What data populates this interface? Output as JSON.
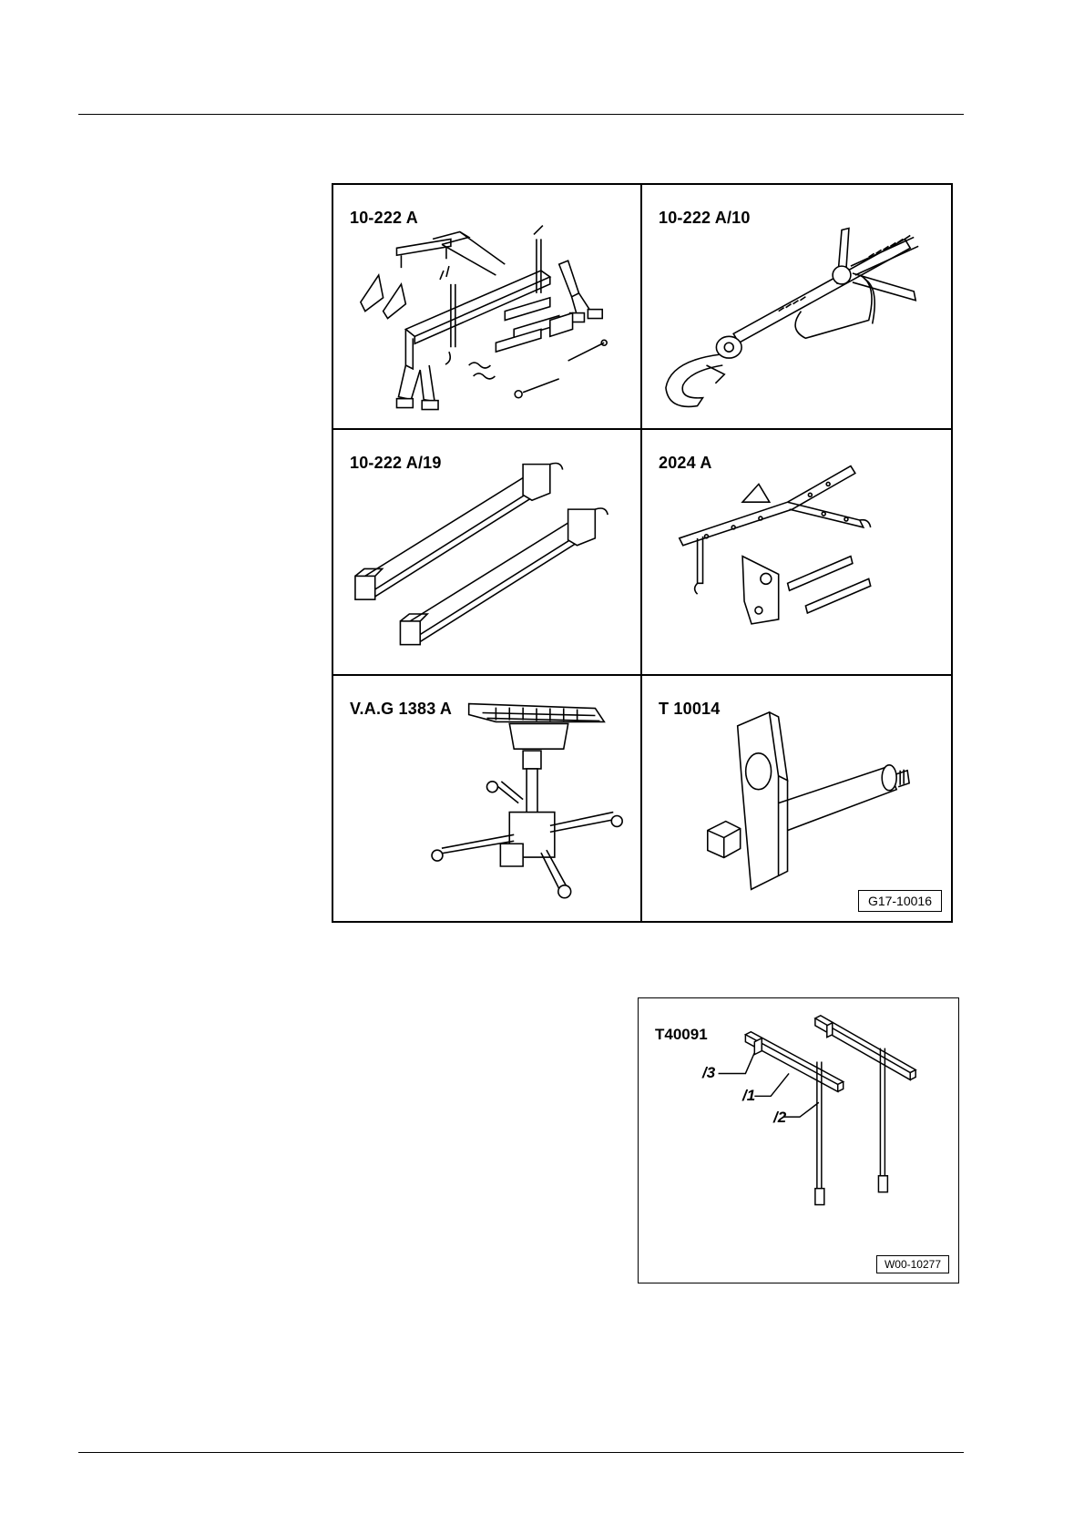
{
  "tools": [
    {
      "label": "10-222 A"
    },
    {
      "label": "10-222 A/10"
    },
    {
      "label": "10-222 A/19"
    },
    {
      "label": "2024 A"
    },
    {
      "label": "V.A.G 1383 A"
    },
    {
      "label": "T 10014"
    }
  ],
  "main_figure_ref": "G17-10016",
  "t40091": {
    "label": "T40091",
    "parts": [
      "/3",
      "/1",
      "/2"
    ],
    "figure_ref": "W00-10277"
  }
}
